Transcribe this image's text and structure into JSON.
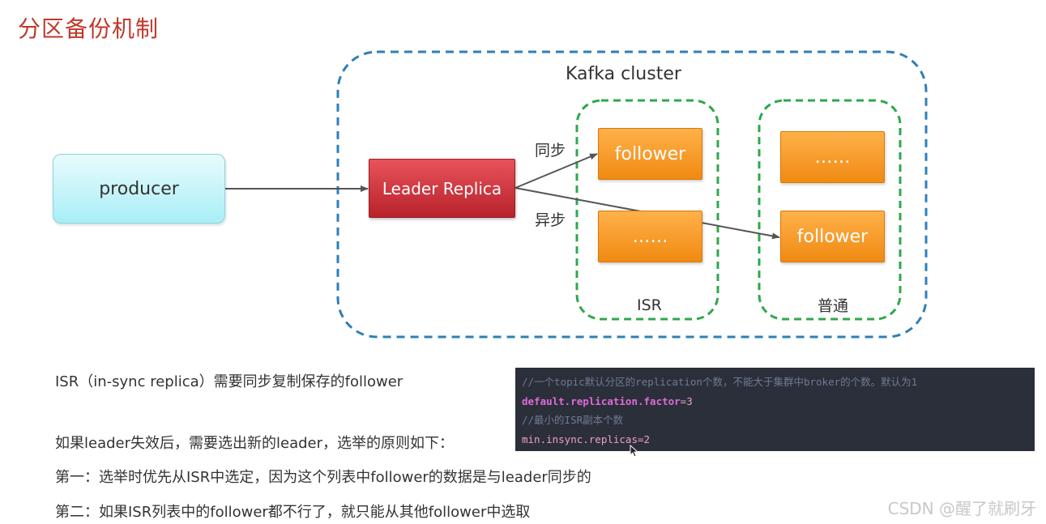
{
  "title": "分区备份机制",
  "diagram": {
    "cluster_label": "Kafka cluster",
    "producer": "producer",
    "leader": "Leader Replica",
    "isr_followers": [
      "follower",
      "……"
    ],
    "normal_followers": [
      "……",
      "follower"
    ],
    "sync_label": "同步",
    "async_label": "异步",
    "isr_label": "ISR",
    "normal_label": "普通"
  },
  "notes": {
    "isr_desc": "ISR（in-sync replica）需要同步复制保存的follower",
    "election_intro": "如果leader失效后，需要选出新的leader，选举的原则如下：",
    "rule1": "第一：选举时优先从ISR中选定，因为这个列表中follower的数据是与leader同步的",
    "rule2": "第二：如果ISR列表中的follower都不行了，就只能从其他follower中选取"
  },
  "code": {
    "comment1": "//一个topic默认分区的replication个数，不能大于集群中broker的个数。默认为1",
    "line1_key": "default.replication.factor",
    "line1_val": "=3",
    "comment2": "//最小的ISR副本个数",
    "line2_key": "min.insync.replicas",
    "line2_val": "=2"
  },
  "watermark": "CSDN @醒了就刷牙",
  "colors": {
    "title": "#c0392b",
    "cluster_border": "#2e7fb8",
    "group_border": "#2ea84a",
    "leader": "#c8323a",
    "follower": "#f5961f",
    "producer": "#bff3f8"
  }
}
